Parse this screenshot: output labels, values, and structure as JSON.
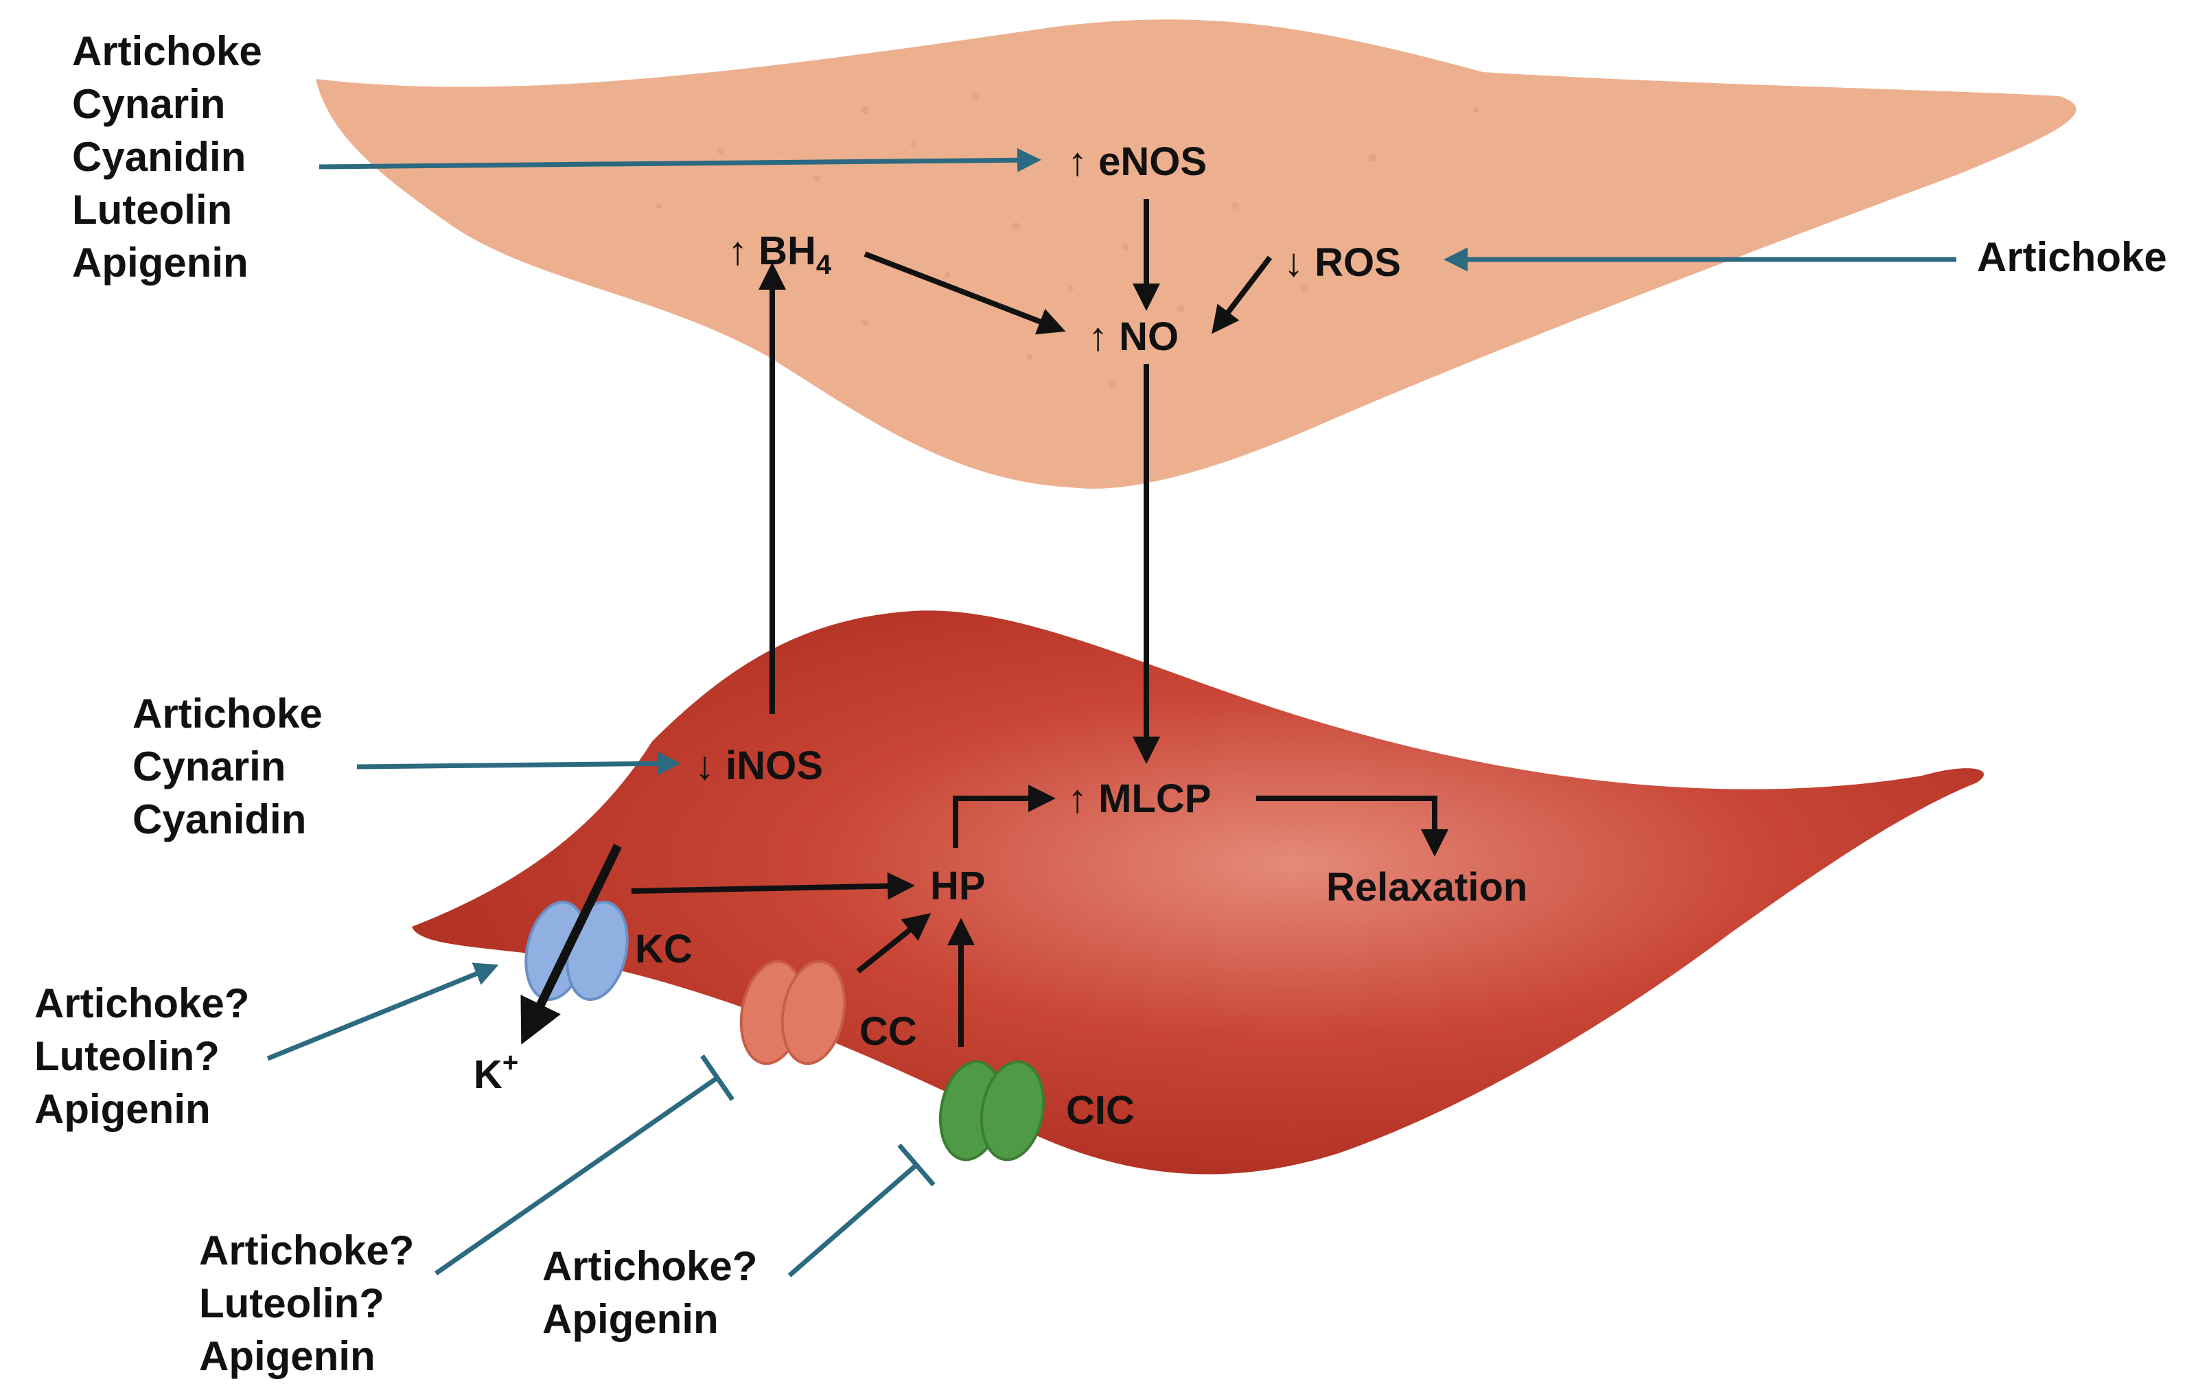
{
  "colors": {
    "endothelial_cell": "#edb08f",
    "smooth_muscle_cell": "#c23b2b",
    "smooth_muscle_highlight": "#e58a7a",
    "modulator_arrow": "#2b6a80",
    "pathway_arrow": "#111111",
    "k_channel": "#8fb0e0",
    "ca_channel": "#e07a62",
    "cl_channel": "#4f9a45"
  },
  "pathway": {
    "enos": "↑ eNOS",
    "bh4": "↑ BH",
    "bh4_subscript": "4",
    "ros": "↓ ROS",
    "no": "↑ NO",
    "inos": "↓ iNOS",
    "mlcp": "↑ MLCP",
    "hp": "HP",
    "relaxation": "Relaxation",
    "kc": "KC",
    "k_ion": "K",
    "k_ion_charge": "+",
    "cc": "CC",
    "cic": "CIC"
  },
  "modulators": {
    "enos_group": [
      "Artichoke",
      "Cynarin",
      "Cyanidin",
      "Luteolin",
      "Apigenin"
    ],
    "ros_group": [
      "Artichoke"
    ],
    "inos_group": [
      "Artichoke",
      "Cynarin",
      "Cyanidin"
    ],
    "kc_group": [
      "Artichoke?",
      "Luteolin?",
      "Apigenin"
    ],
    "cc_group": [
      "Artichoke?",
      "Luteolin?",
      "Apigenin"
    ],
    "cic_group": [
      "Artichoke?",
      "Apigenin"
    ]
  }
}
